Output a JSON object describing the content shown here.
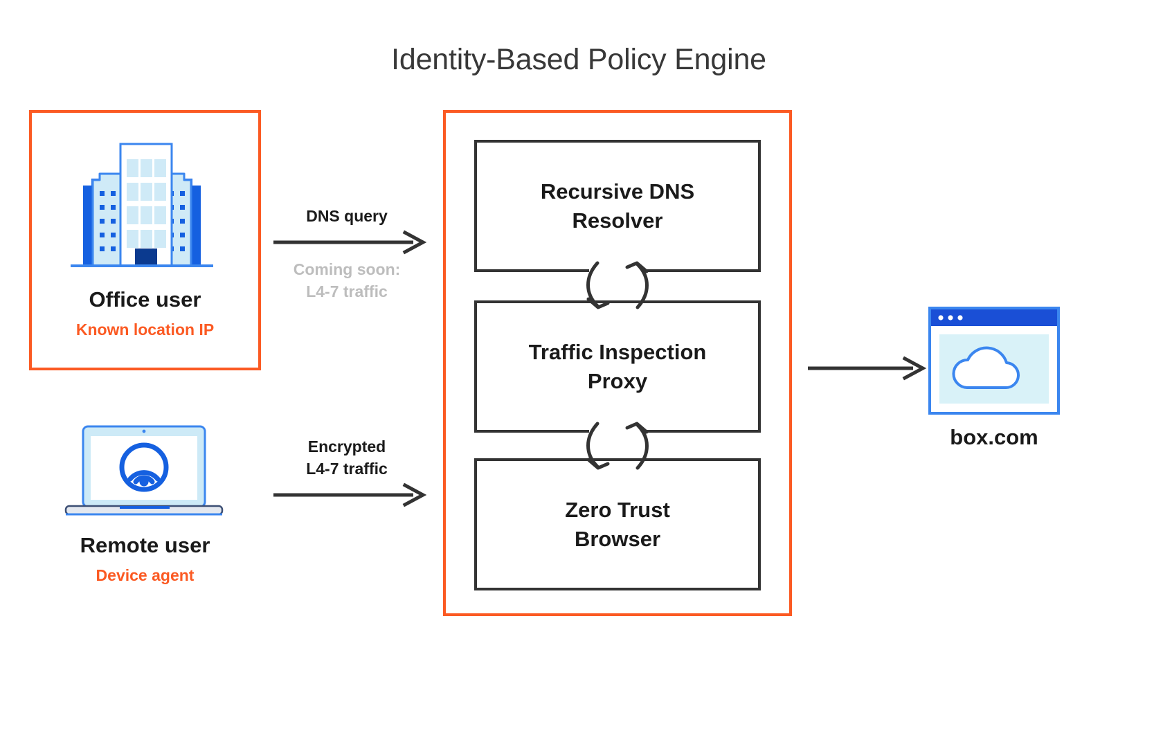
{
  "diagram": {
    "title": "Identity-Based Policy Engine",
    "colors": {
      "accent_orange": "#FB5A23",
      "ink": "#1a1a1a",
      "title_gray": "#383838",
      "muted_gray": "#bdbdbd",
      "brand_blue": "#1a62e8",
      "pale_blue": "#cdeaf7"
    },
    "left_column": {
      "office": {
        "icon": "office-building-icon",
        "title": "Office user",
        "subtitle": "Known location IP"
      },
      "remote": {
        "icon": "laptop-wifi-icon",
        "title": "Remote user",
        "subtitle": "Device agent"
      }
    },
    "connectors": {
      "top": {
        "label": "DNS query",
        "note_line1": "Coming soon:",
        "note_line2": "L4-7 traffic",
        "icon": "arrow-right-icon"
      },
      "bottom": {
        "label_line1": "Encrypted",
        "label_line2": "L4-7 traffic",
        "icon": "arrow-right-icon"
      },
      "egress": {
        "icon": "arrow-right-icon"
      },
      "cycle_icon": "bidirectional-cycle-arrows-icon"
    },
    "engine": {
      "boxes": [
        {
          "name": "recursive-dns-resolver",
          "label": "Recursive DNS\nResolver"
        },
        {
          "name": "traffic-inspection-proxy",
          "label": "Traffic Inspection\nProxy"
        },
        {
          "name": "zero-trust-browser",
          "label": "Zero Trust\nBrowser"
        }
      ]
    },
    "destination": {
      "icon": "browser-window-cloud-icon",
      "label": "box.com"
    }
  }
}
